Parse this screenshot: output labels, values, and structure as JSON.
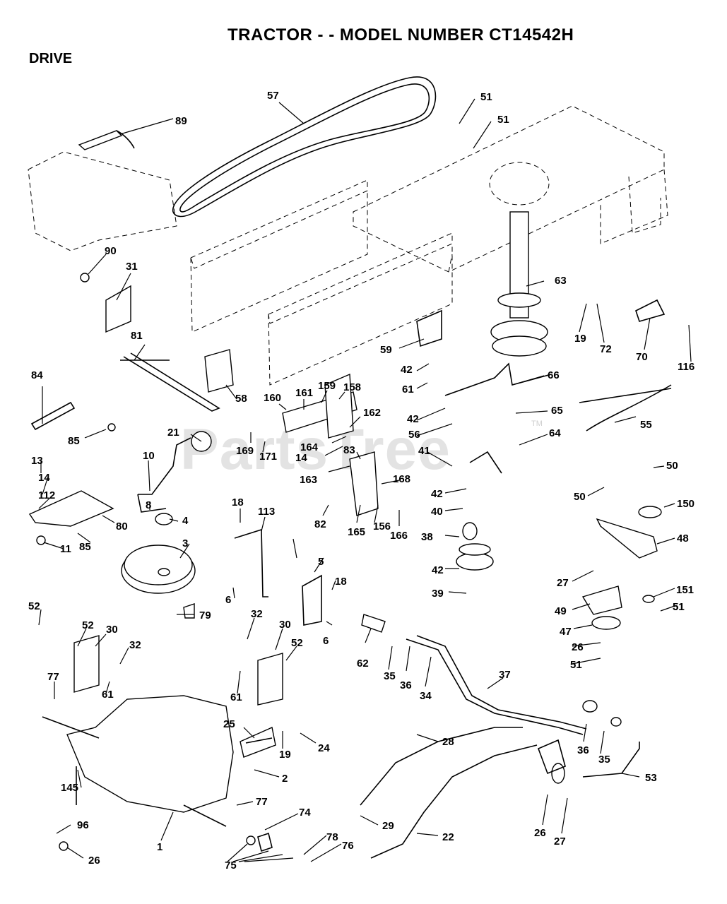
{
  "header": {
    "title": "TRACTOR - - MODEL NUMBER CT14542H",
    "section": "DRIVE"
  },
  "watermark": {
    "text": "PartsTree",
    "tm": "TM"
  },
  "callouts": [
    "89",
    "57",
    "51",
    "51",
    "90",
    "31",
    "81",
    "58",
    "84",
    "85",
    "63",
    "19",
    "72",
    "70",
    "116",
    "59",
    "42",
    "61",
    "66",
    "160",
    "161",
    "159",
    "158",
    "162",
    "42",
    "56",
    "65",
    "55",
    "64",
    "21",
    "169",
    "171",
    "164",
    "14",
    "83",
    "163",
    "41",
    "10",
    "13",
    "14",
    "112",
    "80",
    "85",
    "11",
    "8",
    "4",
    "3",
    "18",
    "113",
    "82",
    "168",
    "165",
    "156",
    "166",
    "42",
    "40",
    "38",
    "50",
    "50",
    "150",
    "48",
    "27",
    "51",
    "5",
    "18",
    "6",
    "42",
    "39",
    "151",
    "51",
    "49",
    "47",
    "26",
    "51",
    "52",
    "52",
    "30",
    "32",
    "79",
    "32",
    "30",
    "52",
    "6",
    "62",
    "35",
    "36",
    "34",
    "37",
    "77",
    "61",
    "61",
    "25",
    "19",
    "24",
    "28",
    "36",
    "35",
    "53",
    "2",
    "145",
    "77",
    "74",
    "29",
    "22",
    "26",
    "27",
    "96",
    "1",
    "78",
    "76",
    "26",
    "75"
  ]
}
